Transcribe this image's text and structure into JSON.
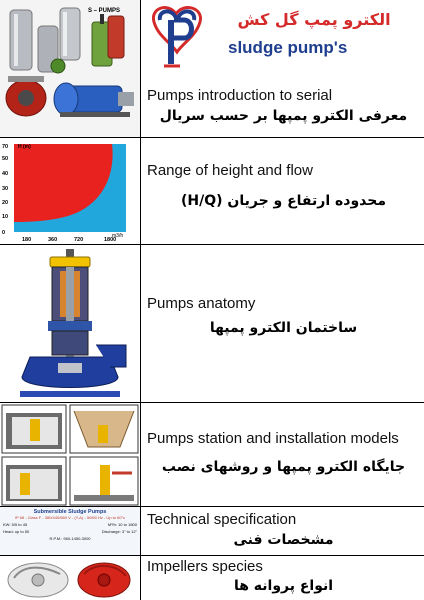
{
  "header": {
    "brand_fa": "الکترو پمپ گل کش",
    "brand_en": "sludge pump's",
    "thumb_label": "S – PUMPS"
  },
  "sections": [
    {
      "id": "intro",
      "title_en": "Pumps introduction to serial",
      "title_fa": "معرفی الکترو پمپها بر حسب سریال"
    },
    {
      "id": "range",
      "title_en": "Range of height and flow",
      "title_fa": "محدوده ارتفاع و جریان (H/Q)"
    },
    {
      "id": "anatomy",
      "title_en": "Pumps anatomy",
      "title_fa": "ساختمان الکترو پمپها"
    },
    {
      "id": "station",
      "title_en": "Pumps station and installation models",
      "title_fa": "جایگاه الکترو پمپها و روشهای نصب"
    },
    {
      "id": "spec",
      "title_en": "Technical specification",
      "title_fa": "مشخصات فنی"
    },
    {
      "id": "impellers",
      "title_en": "Impellers species",
      "title_fa": "انواع پروانه ها"
    }
  ],
  "chart_data": {
    "type": "area",
    "ylabel": "H (m)",
    "xlabel": "m3/h",
    "y_ticks": [
      "70",
      "50",
      "40",
      "30",
      "20",
      "10",
      "0"
    ],
    "x_ticks": [
      "180",
      "360",
      "720",
      "1800"
    ],
    "colors": {
      "background": "#22a7dc",
      "area": "#e8221e"
    }
  },
  "spec_card": {
    "title": "Submersible Sludge Pumps",
    "subtitle": "IP 68 - Class F - 380/440/660 V - (Y-Δ) - 50/60 Hz - Up to 60°c",
    "line1_left": "KW: 5/5 to 45",
    "line1_right": "M³/h: 10 to 1800",
    "line2_left": "Head: up to 50",
    "line2_right": "Discharge: 3\" to 12\"",
    "line3": "R.P.M.: 960-1450-3000"
  }
}
